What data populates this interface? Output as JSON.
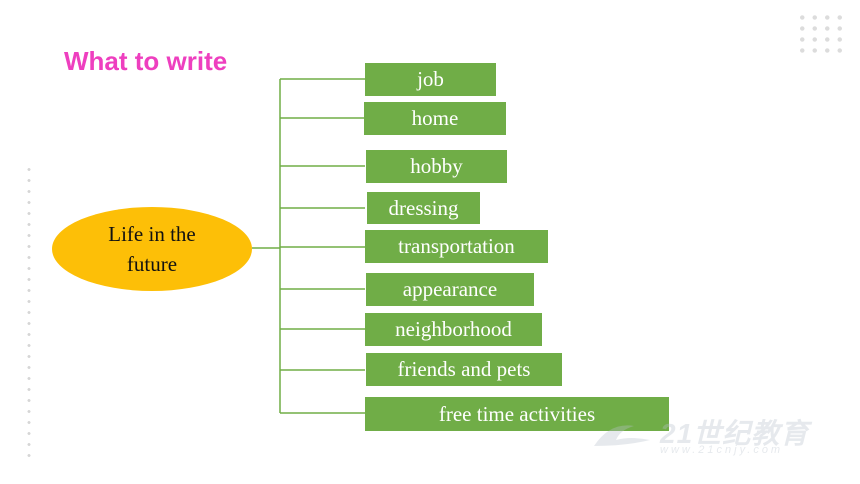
{
  "title": "What to write",
  "center": {
    "text": "Life in the future"
  },
  "nodes": [
    {
      "label": "job"
    },
    {
      "label": "home"
    },
    {
      "label": "hobby"
    },
    {
      "label": "dressing"
    },
    {
      "label": "transportation"
    },
    {
      "label": "appearance"
    },
    {
      "label": "neighborhood"
    },
    {
      "label": "friends and pets"
    },
    {
      "label": "free time activities"
    }
  ],
  "colors": {
    "title": "#ee3fbf",
    "center": "#fdbf07",
    "node": "#70ad47",
    "line": "#70ad47"
  },
  "watermark": {
    "main": "21世纪教育",
    "sub": "www.21cnjy.com"
  }
}
